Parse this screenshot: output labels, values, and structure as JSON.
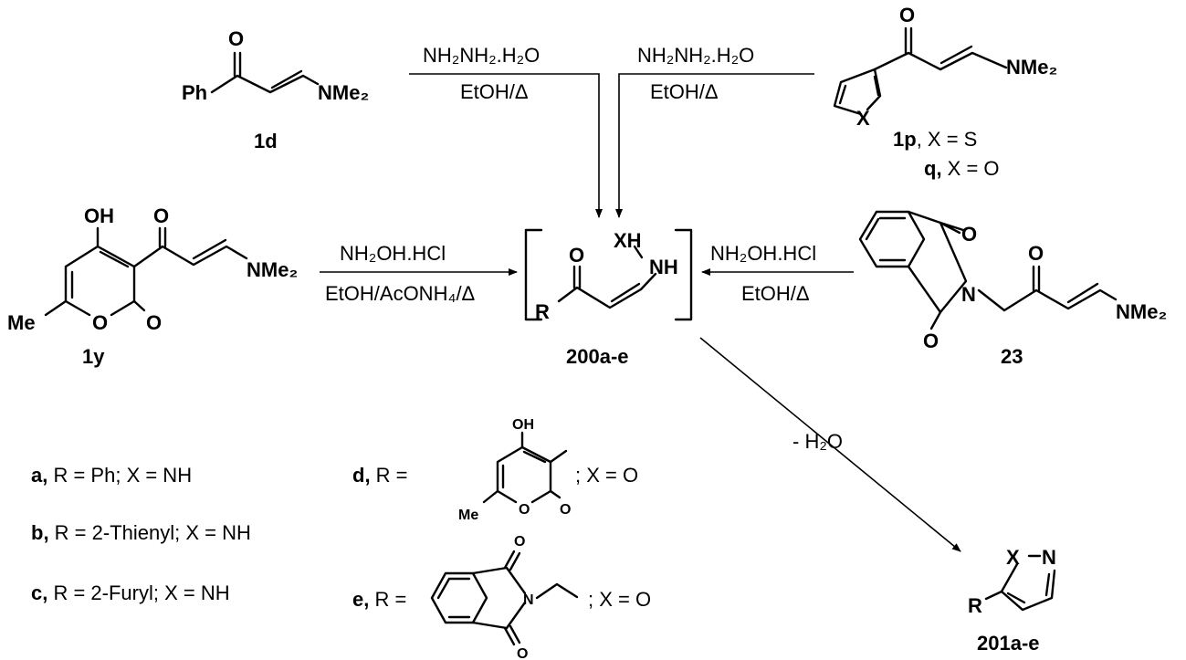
{
  "compounds": {
    "c1d": {
      "label": "1d",
      "substituent": "Ph",
      "amine": "NMe₂"
    },
    "c1p": {
      "label": "1p",
      "xdef": ", X = S",
      "q_label": "q,",
      "q_def": " X = O",
      "amine": "NMe₂",
      "x_atom": "X"
    },
    "c1y": {
      "label": "1y",
      "oh": "OH",
      "me": "Me",
      "amine": "NMe₂"
    },
    "c23": {
      "label": "23",
      "amine": "NMe₂"
    },
    "c200": {
      "label": "200a-e",
      "xh": "XH",
      "nh": "NH",
      "r": "R"
    },
    "c201": {
      "label": "201a-e",
      "x": "X",
      "n": "N",
      "r": "R"
    }
  },
  "reactions": {
    "hydrazine_left": {
      "reagent": "NH₂NH₂.H₂O",
      "solvent": "EtOH/Δ"
    },
    "hydrazine_right": {
      "reagent": "NH₂NH₂.H₂O",
      "solvent": "EtOH/Δ"
    },
    "hydroxylamine_left": {
      "reagent": "NH₂OH.HCl",
      "solvent": "EtOH/AcONH₄/Δ"
    },
    "hydroxylamine_right": {
      "reagent": "NH₂OH.HCl",
      "solvent": "EtOH/Δ"
    },
    "dehydration": {
      "label": "- H₂O"
    }
  },
  "legend": {
    "a": {
      "key": "a,",
      "text": " R = Ph; X = NH"
    },
    "b": {
      "key": "b,",
      "text": " R = 2-Thienyl; X = NH"
    },
    "c": {
      "key": "c,",
      "text": " R = 2-Furyl; X = NH"
    },
    "d": {
      "key": "d,",
      "text": " R =",
      "tail": "; X = O",
      "oh": "OH",
      "me": "Me"
    },
    "e": {
      "key": "e,",
      "text": " R =",
      "tail": "; X = O"
    }
  },
  "atoms": {
    "O": "O",
    "N": "N"
  }
}
